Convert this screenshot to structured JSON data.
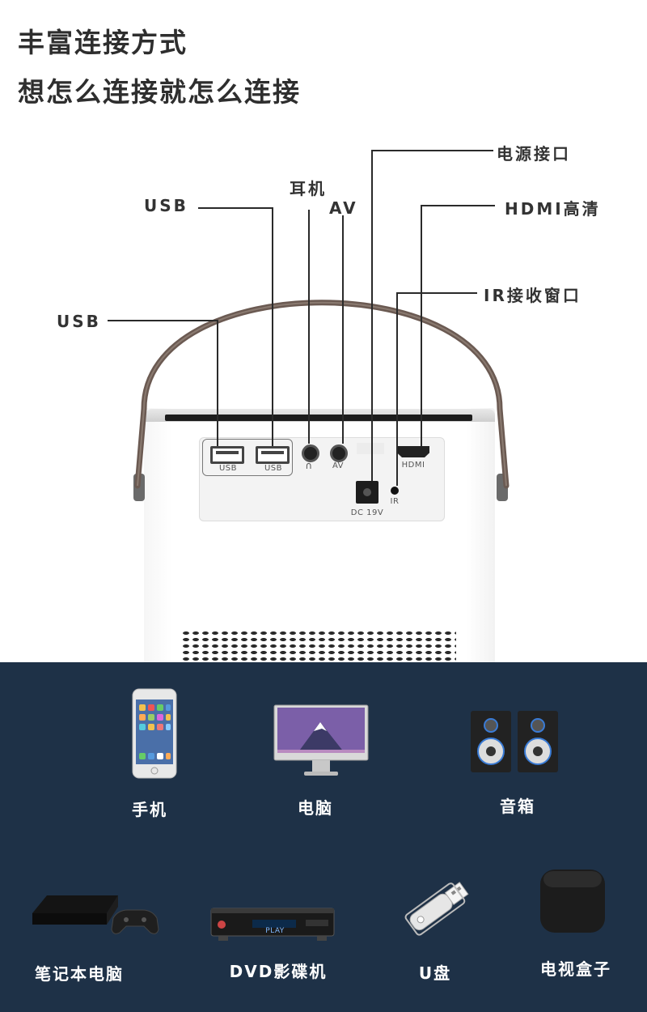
{
  "heading": {
    "line1": "丰富连接方式",
    "line2": "想怎么连接就怎么连接"
  },
  "callouts": {
    "power": "电源接口",
    "earphone": "耳机",
    "usb_top": "USB",
    "av": "AV",
    "hdmi": "HDMI高清",
    "ir": "IR接收窗口",
    "usb_left": "USB"
  },
  "port_labels": {
    "usb1": "USB",
    "usb2": "USB",
    "av": "AV",
    "hdmi": "HDMI",
    "dc": "DC 19V",
    "ir": "IR"
  },
  "devices": [
    {
      "label": "手机",
      "icon": "smartphone-icon"
    },
    {
      "label": "电脑",
      "icon": "computer-monitor-icon"
    },
    {
      "label": "音箱",
      "icon": "speakers-icon"
    },
    {
      "label": "笔记本电脑",
      "icon": "game-console-icon"
    },
    {
      "label": "DVD影碟机",
      "icon": "dvd-player-icon"
    },
    {
      "label": "U盘",
      "icon": "usb-drive-icon"
    },
    {
      "label": "电视盒子",
      "icon": "tv-box-icon"
    }
  ],
  "dvd_display": "PLAY",
  "colors": {
    "panel_bg": "#1e3147",
    "handle": "#6b5a52",
    "text_dark": "#2e2e2e"
  }
}
